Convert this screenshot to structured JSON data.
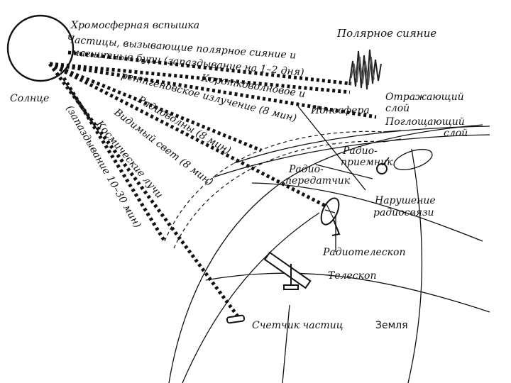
{
  "diagram": {
    "labels": {
      "sun": "Солнце",
      "chromo_flare": "Хромосферная вспышка",
      "particles_line1": "Частицы, вызывающие полярное сияние и",
      "particles_line2": "магнитные бури (запаздывание на 1–2 дня)",
      "aurora": "Полярное сияние",
      "shortwave_line1": "Коротковолновое и",
      "shortwave_line2": "рентгеновское излучение (8 мин)",
      "ionosphere": "Ионосфера",
      "reflecting_line1": "Отражающий",
      "reflecting_line2": "слой",
      "absorbing_line1": "Поглощающий",
      "absorbing_line2": "слой",
      "radiowaves": "Радиоволны (8 мин)",
      "visible_light": "Видимый свет (8 мин)",
      "cosmic_line1": "Космические лучи",
      "cosmic_line2": "(запаздывание 10–30 мин)",
      "receiver_line1": "Радио-",
      "receiver_line2": "приемник",
      "transmitter_line1": "Радио-",
      "transmitter_line2": "передатчик",
      "disruption_line1": "Нарушение",
      "disruption_line2": "радиосвязи",
      "radiotelescope": "Радиотелескоп",
      "telescope": "Телескоп",
      "particle_counter": "Счетчик частиц",
      "earth": "Земля"
    }
  }
}
